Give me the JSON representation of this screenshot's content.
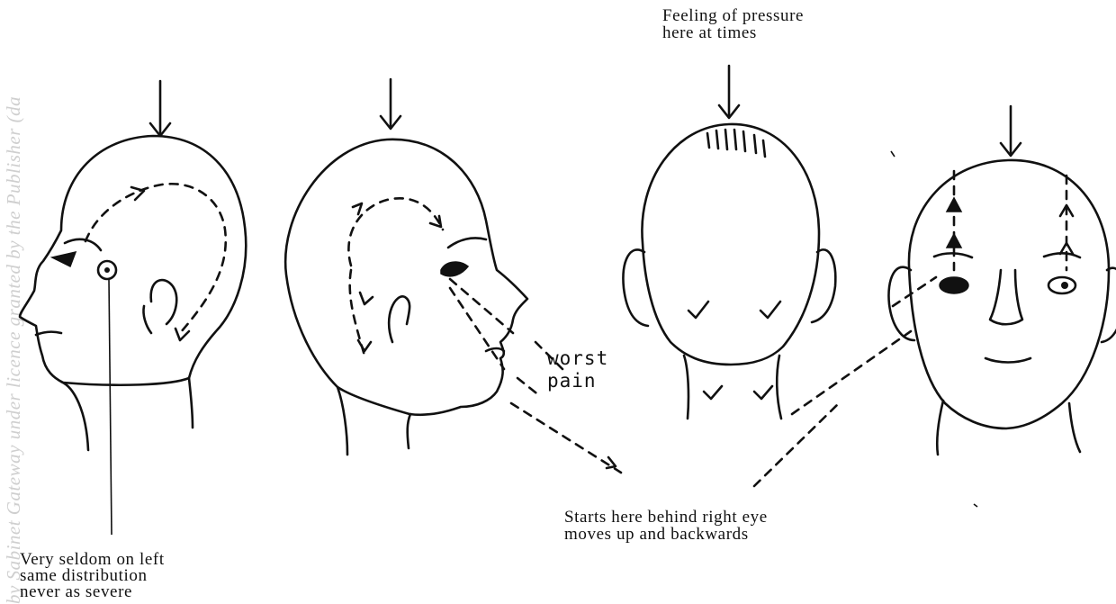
{
  "labels": {
    "pressure": [
      "Feeling of pressure",
      "here at times"
    ],
    "worst_pain": [
      "worst",
      "pain"
    ],
    "starts_here": [
      "Starts here behind right eye",
      "moves up and backwards"
    ],
    "left_side": [
      "Very seldom on left",
      "same distribution",
      "never as severe"
    ]
  },
  "watermark": "by Sabinet Gateway under licence granted by the Publisher (da",
  "figures": [
    {
      "view": "left-profile",
      "icon": "left-profile-head-icon"
    },
    {
      "view": "right-profile",
      "icon": "right-profile-head-icon"
    },
    {
      "view": "back",
      "icon": "back-of-head-icon"
    },
    {
      "view": "front",
      "icon": "front-of-head-icon"
    }
  ]
}
